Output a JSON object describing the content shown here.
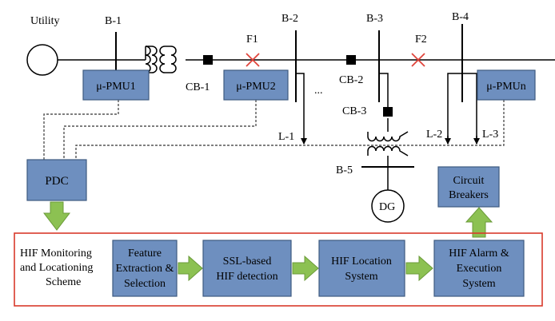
{
  "colors": {
    "box_fill": "#6e8fbf",
    "box_stroke": "#3e5a80",
    "arrow_fill": "#8cc152",
    "arrow_stroke": "#6a9a38",
    "fault_mark": "#e0433a",
    "scheme_border": "#d93a2b",
    "line": "#000000",
    "comm_line": "#555555"
  },
  "grid": {
    "utility": "Utility",
    "buses": [
      "B-1",
      "B-2",
      "B-3",
      "B-4",
      "B-5"
    ],
    "breakers": [
      "CB-1",
      "CB-2",
      "CB-3"
    ],
    "faults": [
      "F1",
      "F2"
    ],
    "loads": [
      "L-1",
      "L-2",
      "L-3"
    ],
    "dg": "DG",
    "ellipsis": "...",
    "pmus": [
      "μ-PMU1",
      "μ-PMU2",
      "μ-PMUn"
    ]
  },
  "pdc": "PDC",
  "circuit_breakers": [
    "Circuit",
    "Breakers"
  ],
  "scheme": {
    "label": [
      "HIF Monitoring",
      "and Locationing",
      "Scheme"
    ],
    "steps": [
      [
        "Feature",
        "Extraction &",
        "Selection"
      ],
      [
        "SSL-based",
        "HIF detection"
      ],
      [
        "HIF Location",
        "System"
      ],
      [
        "HIF Alarm &",
        "Execution",
        "System"
      ]
    ]
  }
}
